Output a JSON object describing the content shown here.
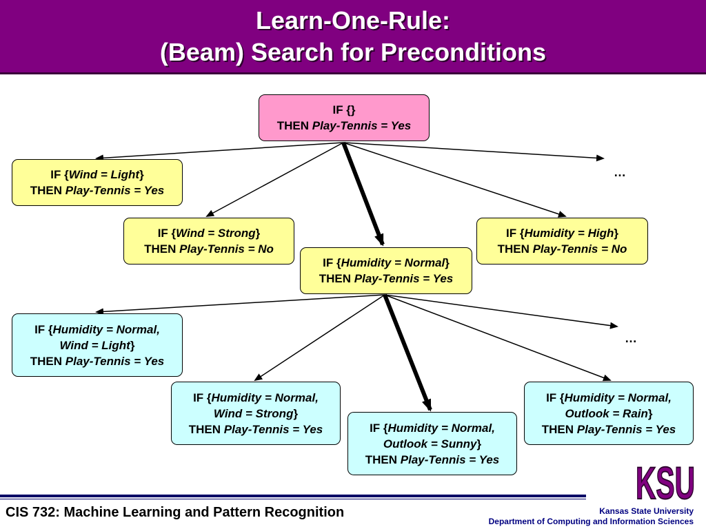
{
  "title": {
    "line1": "Learn-One-Rule:",
    "line2": "(Beam) Search for Preconditions"
  },
  "colors": {
    "header": "#800080",
    "root_node": "#ff99cc",
    "level1_node": "#ffff99",
    "level2_node": "#ccffff",
    "footer_rule": "#000066",
    "university_text": "#000080",
    "logo": "#800080"
  },
  "nodes": {
    "root": {
      "if_label": "IF {}",
      "then_label": "THEN",
      "consequent": "Play-Tennis = Yes"
    },
    "wind_light": {
      "if_open": "IF {",
      "condition": "Wind = Light",
      "if_close": "}",
      "then_label": "THEN",
      "consequent": "Play-Tennis = Yes"
    },
    "wind_strong": {
      "if_open": "IF {",
      "condition": "Wind = Strong",
      "if_close": "}",
      "then_label": "THEN",
      "consequent": "Play-Tennis = No"
    },
    "humidity_normal": {
      "if_open": "IF {",
      "condition": "Humidity = Normal",
      "if_close": "}",
      "then_label": "THEN",
      "consequent": "Play-Tennis = Yes"
    },
    "humidity_high": {
      "if_open": "IF {",
      "condition": "Humidity = High",
      "if_close": "}",
      "then_label": "THEN",
      "consequent": "Play-Tennis = No"
    },
    "hn_wind_light": {
      "if_open": "IF {",
      "condition1": "Humidity = Normal,",
      "condition2": "Wind = Light",
      "if_close": "}",
      "then_label": "THEN",
      "consequent": "Play-Tennis = Yes"
    },
    "hn_wind_strong": {
      "if_open": "IF {",
      "condition1": "Humidity = Normal,",
      "condition2": "Wind = Strong",
      "if_close": "}",
      "then_label": "THEN",
      "consequent": "Play-Tennis = Yes"
    },
    "hn_outlook_sunny": {
      "if_open": "IF {",
      "condition1": "Humidity = Normal,",
      "condition2": "Outlook = Sunny",
      "if_close": "}",
      "then_label": "THEN",
      "consequent": "Play-Tennis = Yes"
    },
    "hn_outlook_rain": {
      "if_open": "IF {",
      "condition1": "Humidity = Normal,",
      "condition2": "Outlook = Rain",
      "if_close": "}",
      "then_label": "THEN",
      "consequent": "Play-Tennis = Yes"
    }
  },
  "ellipses": {
    "level1": "…",
    "level2": "…"
  },
  "footer": {
    "course": "CIS 732: Machine Learning and Pattern Recognition",
    "university": "Kansas State University",
    "department": "Department of Computing and Information Sciences",
    "logo_text": "KSU"
  }
}
